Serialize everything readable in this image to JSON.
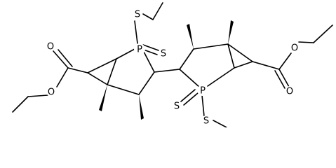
{
  "molecule": {
    "atoms": {
      "p1": "P",
      "s_thione_1": "S",
      "s_methylthio_1": "S",
      "o_carbonyl_1": "O",
      "o_ester_1": "O",
      "p2": "P",
      "s_thione_2": "S",
      "s_methylthio_2": "S",
      "o_carbonyl_2": "O",
      "o_ester_2": "O"
    }
  }
}
